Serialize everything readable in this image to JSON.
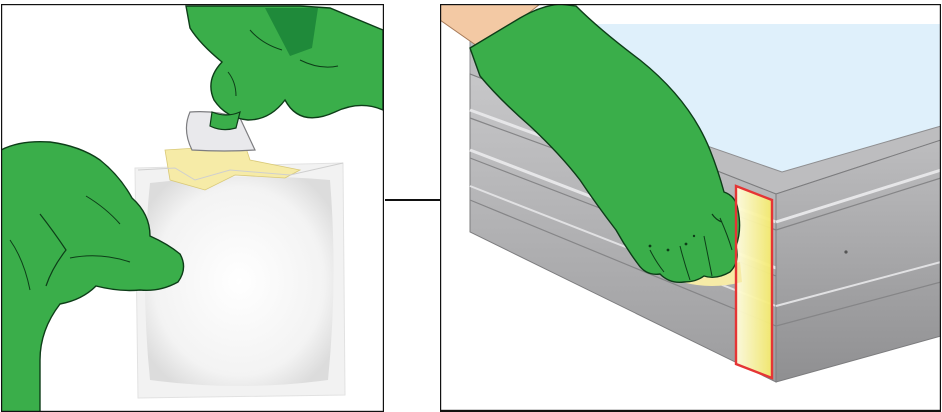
{
  "figure": {
    "panels": [
      {
        "id": "left",
        "subject": "gloved-hands-opening-wipe-pouch"
      },
      {
        "id": "right",
        "subject": "gloved-hand-wiping-cabinet-edge"
      }
    ],
    "colors": {
      "glove": "#3aae4a",
      "glove_dark": "#1f8a3a",
      "glove_outline": "#0d3d18",
      "skin": "#f3c9a4",
      "pouch": "#f6f6f6",
      "wipe": "#f6eba7",
      "frame_outline": "#111111",
      "cabinet_steel": "#a9a9ab",
      "cabinet_glass": "#dff0fb",
      "highlight_box": "#e53535",
      "highlight_glow": "#f8f06a"
    }
  }
}
